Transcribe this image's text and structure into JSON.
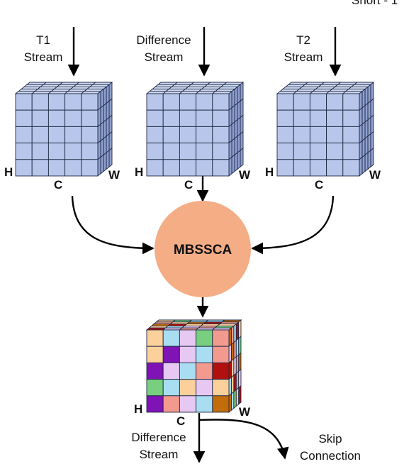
{
  "corner_text": "Short - 1",
  "streams": [
    {
      "label_line1": "T1",
      "label_line2": "Stream"
    },
    {
      "label_line1": "Difference",
      "label_line2": "Stream"
    },
    {
      "label_line1": "T2",
      "label_line2": "Stream"
    }
  ],
  "axes": {
    "h": "H",
    "w": "W",
    "c": "C"
  },
  "center_module": "MBSSCA",
  "output": {
    "label_line1": "Difference",
    "label_line2": "Stream"
  },
  "skip": {
    "label_line1": "Skip",
    "label_line2": "Connection"
  },
  "colors": {
    "input_cube": "#b7c6ea",
    "input_cube_top": "#d0dbf3",
    "input_cube_side": "#8f9fd0",
    "grid_line": "#1f2a44",
    "module_fill": "#f4ad85",
    "output_palette": [
      "#fbd09b",
      "#a9def2",
      "#e6c8f2",
      "#78cf7f",
      "#f39a8f",
      "#7f13b5",
      "#b20f0f",
      "#c26c0a"
    ]
  }
}
